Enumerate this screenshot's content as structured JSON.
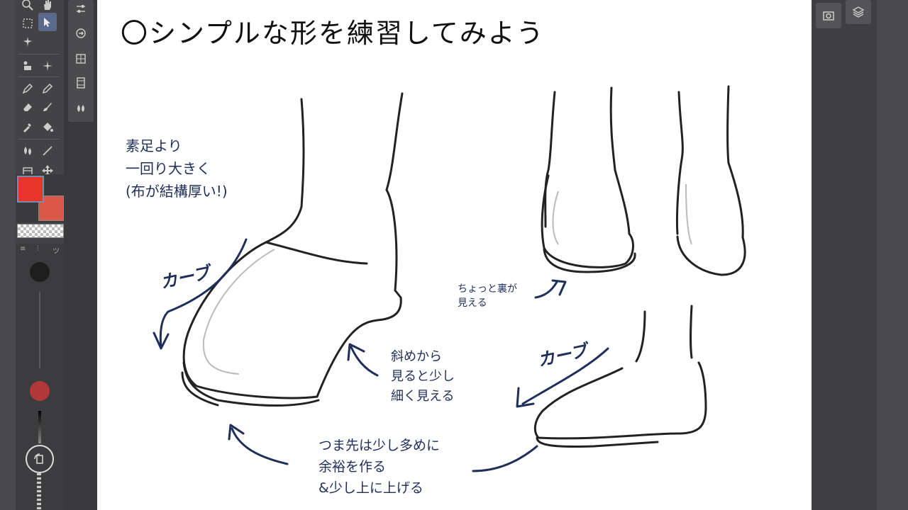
{
  "app": {
    "accent": "#5b6a8c",
    "tools": [
      {
        "name": "zoom-icon"
      },
      {
        "name": "hand-icon"
      },
      {
        "name": "rect-select-icon"
      },
      {
        "name": "object-select-icon"
      },
      {
        "name": "magic-wand-icon"
      },
      {
        "name": "eyedropper-fill-icon"
      },
      {
        "name": "sparkle-icon"
      },
      {
        "name": "pen-icon"
      },
      {
        "name": "pencil-icon"
      },
      {
        "name": "eraser-icon"
      },
      {
        "name": "brush-icon"
      },
      {
        "name": "dropper-icon"
      },
      {
        "name": "fill-icon"
      },
      {
        "name": "blend-icon"
      },
      {
        "name": "line-icon"
      },
      {
        "name": "frame-icon"
      },
      {
        "name": "move-icon"
      }
    ],
    "colors": {
      "main": "#e8352c",
      "sub": "#d9584a",
      "brush_preview": "#b2383a"
    },
    "sub_tools": [
      "sliders-icon",
      "arrow-circle-icon",
      "grid-icon",
      "film-icon",
      "drops-icon"
    ],
    "panel_tabs": [
      "camera-icon",
      "layers-icon"
    ],
    "brush_panel_tab_label": "ツ"
  },
  "canvas": {
    "title": "〇シンプルな形を練習してみよう",
    "notes": {
      "size_note": "素足より\n一回り大きく\n(布が結構厚い!)",
      "curve_left": "カーブ",
      "curve_right": "カーブ",
      "back_note": "ちょっと裏が\n見える",
      "diagonal_note": "斜めから\n見ると少し\n細く見える",
      "toe_note": "つま先は少し多めに\n余裕を作る\n&少し上に上げる"
    }
  }
}
